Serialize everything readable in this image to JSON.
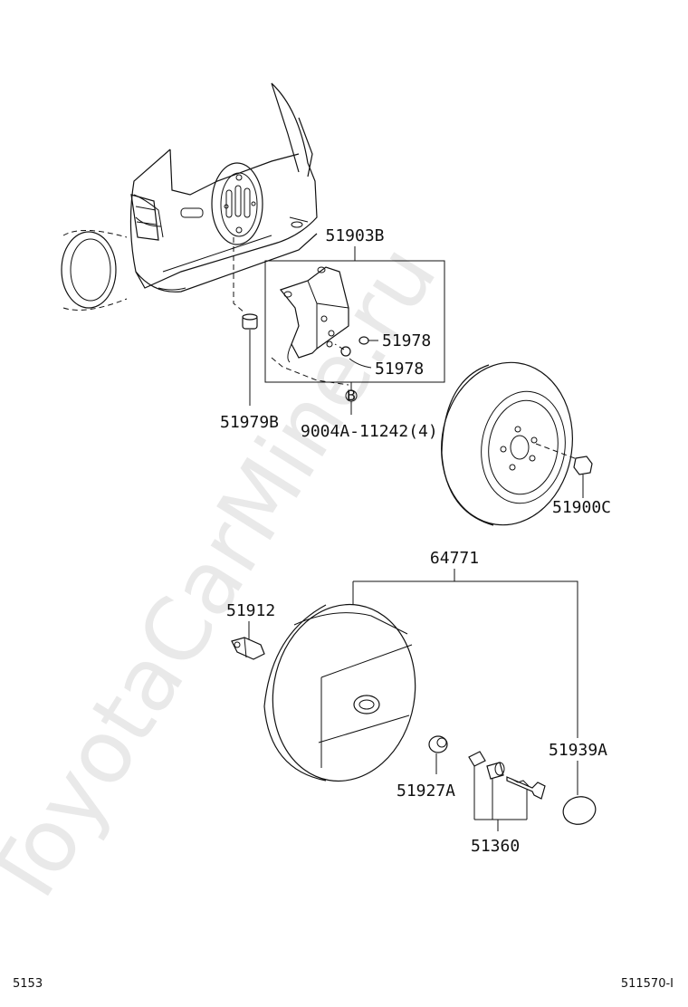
{
  "watermark": "ToyotaCarMine.ru",
  "parts": {
    "p51903B": "51903B",
    "p51978a": "51978",
    "p51978b": "51978",
    "p51979B": "51979B",
    "p9004A": "9004A-11242(4)",
    "bolt_marker": "B",
    "p51900C": "51900C",
    "p64771": "64771",
    "p51912": "51912",
    "p51939A": "51939A",
    "p51927A": "51927A",
    "p51360": "51360"
  },
  "footer": {
    "left_code": "5153",
    "right_code": "511570-I"
  }
}
